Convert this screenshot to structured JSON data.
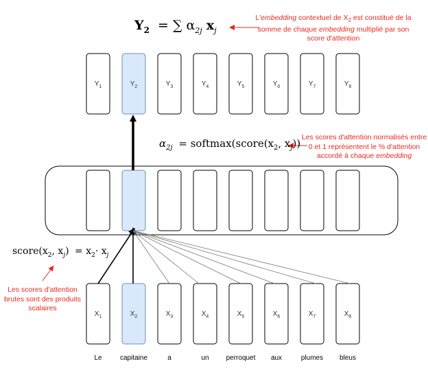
{
  "formulas": {
    "y2_lhs": "Y",
    "y2_sub": "2",
    "y2_rhs": "= ∑ α",
    "y2_rhs_sub": "2j",
    "y2_rhs_tail": "x",
    "y2_rhs_tail_sub": "j",
    "alpha_lhs": "α",
    "alpha_lhs_sub": "2j",
    "alpha_rhs": "=  softmax(score(x",
    "alpha_rhs_sub1": "2",
    "alpha_rhs_mid": ", x",
    "alpha_rhs_sub2": "j",
    "alpha_rhs_end": "))",
    "score_lhs": "score(x",
    "score_lhs_sub1": "2",
    "score_lhs_mid": ", x",
    "score_lhs_sub2": "j",
    "score_lhs_end": ")",
    "score_rhs": "=  x",
    "score_rhs_sub1": "2",
    "score_rhs_mid": "· x",
    "score_rhs_sub2": "j"
  },
  "notes": {
    "top_pre": "L'",
    "top_em": "embedding",
    "top_mid": " contextuel de X",
    "top_sub": "2",
    "top_line1_end": " est constitué de la",
    "top_line2_pre": "somme de chaque ",
    "top_line2_em": "embedding",
    "top_line2_end": " multiplié par son",
    "top_line3": "score d'attention",
    "mid_line1": "Les scores d'attention normalisés entre",
    "mid_line2": "0 et 1 représentent le % d'attention",
    "mid_line3_pre": "accordé à chaque ",
    "mid_line3_em": "embedding",
    "left_line1": "Les scores d'attention",
    "left_line2": "brutes sont des produits",
    "left_line3": "scalaires"
  },
  "outputs": [
    {
      "name": "Y",
      "sub": "1"
    },
    {
      "name": "Y",
      "sub": "2"
    },
    {
      "name": "Y",
      "sub": "3"
    },
    {
      "name": "Y",
      "sub": "4"
    },
    {
      "name": "Y",
      "sub": "5"
    },
    {
      "name": "Y",
      "sub": "6"
    },
    {
      "name": "Y",
      "sub": "7"
    },
    {
      "name": "Y",
      "sub": "8"
    }
  ],
  "inputs": [
    {
      "name": "X",
      "sub": "1"
    },
    {
      "name": "X",
      "sub": "2"
    },
    {
      "name": "X",
      "sub": "3"
    },
    {
      "name": "X",
      "sub": "4"
    },
    {
      "name": "X",
      "sub": "5"
    },
    {
      "name": "X",
      "sub": "6"
    },
    {
      "name": "X",
      "sub": "7"
    },
    {
      "name": "X",
      "sub": "8"
    }
  ],
  "words": [
    "Le",
    "capitaine",
    "a",
    "un",
    "perroquet",
    "aux",
    "plumes",
    "bleus"
  ],
  "highlight_index": 1,
  "colors": {
    "highlight_fill": "#dae8fc",
    "highlight_stroke": "#6c8ebf",
    "note_red": "#e8281e"
  }
}
